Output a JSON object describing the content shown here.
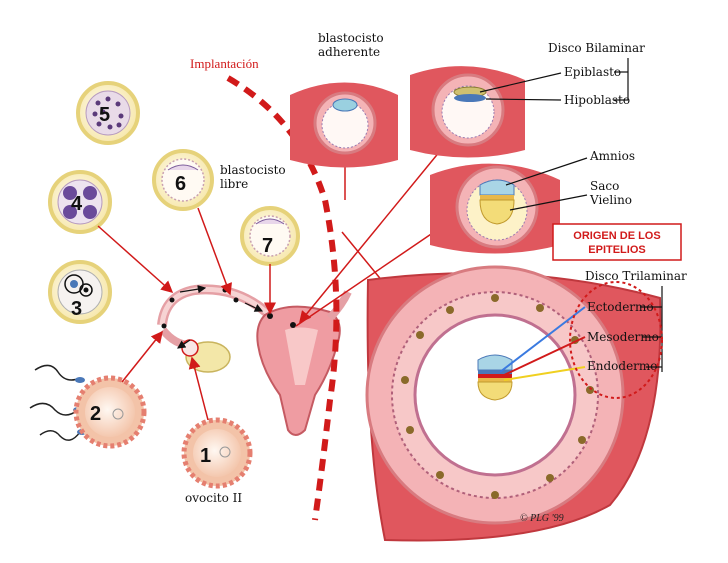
{
  "labels": {
    "implantacion": "Implantación",
    "blastocisto_adherente_1": "blastocisto",
    "blastocisto_adherente_2": "adherente",
    "blastocisto_libre_1": "blastocisto",
    "blastocisto_libre_2": "libre",
    "ovocito": "ovocito II",
    "disco_bilaminar": "Disco Bilaminar",
    "epiblasto": "Epiblasto",
    "hipoblasto": "Hipoblasto",
    "amnios": "Amnios",
    "saco_1": "Saco",
    "saco_2": "Vielino",
    "disco_trilaminar": "Disco Trilaminar",
    "ectodermo": "Ectodermo",
    "mesodermo": "Mesodermo",
    "endodermo": "Endodermo",
    "origen_1": "ORIGEN DE LOS",
    "origen_2": "EPITELIOS",
    "credit": "© PLG '99"
  },
  "stages": [
    {
      "number": "1"
    },
    {
      "number": "2"
    },
    {
      "number": "3"
    },
    {
      "number": "4"
    },
    {
      "number": "5"
    },
    {
      "number": "6"
    },
    {
      "number": "7"
    }
  ],
  "colors": {
    "red_accent": "#d11a1a",
    "cell_fill": "#fdf4d0",
    "cell_border": "#e6d27a",
    "tissue_pink": "#f2a9b0",
    "tissue_red": "#e0575e"
  }
}
